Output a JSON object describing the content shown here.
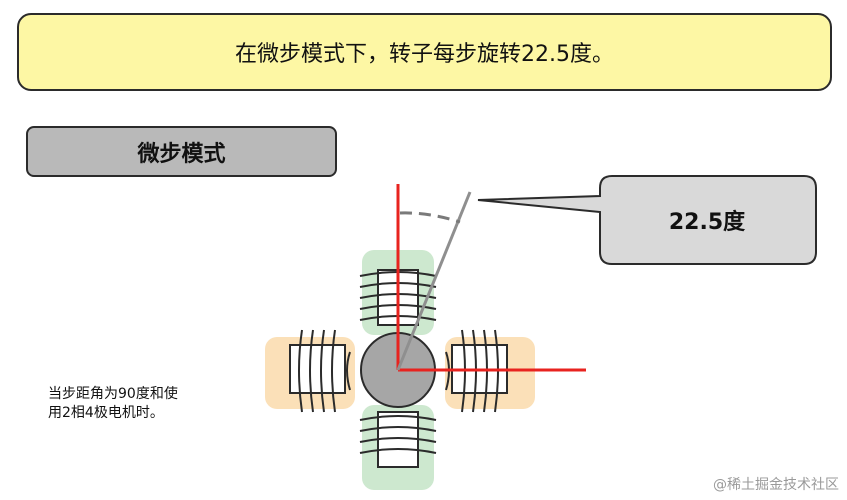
{
  "banner": {
    "text": "在微步模式下，转子每步旋转22.5度。"
  },
  "mode_label": {
    "text": "微步模式"
  },
  "callout": {
    "text": "22.5度"
  },
  "note": {
    "line1": "当步距角为90度和使",
    "line2": "用2相4极电机时。"
  },
  "watermark": {
    "text": "@稀土掘金技术社区"
  },
  "colors": {
    "banner_bg": "#fdf7a4",
    "label_bg": "#b9b9b9",
    "callout_bg": "#d9d9d9",
    "axis_red": "#e8231f",
    "green_pole": "#cde8cf",
    "orange_pole": "#fbe0b8",
    "rotor": "#a6a6a6"
  }
}
